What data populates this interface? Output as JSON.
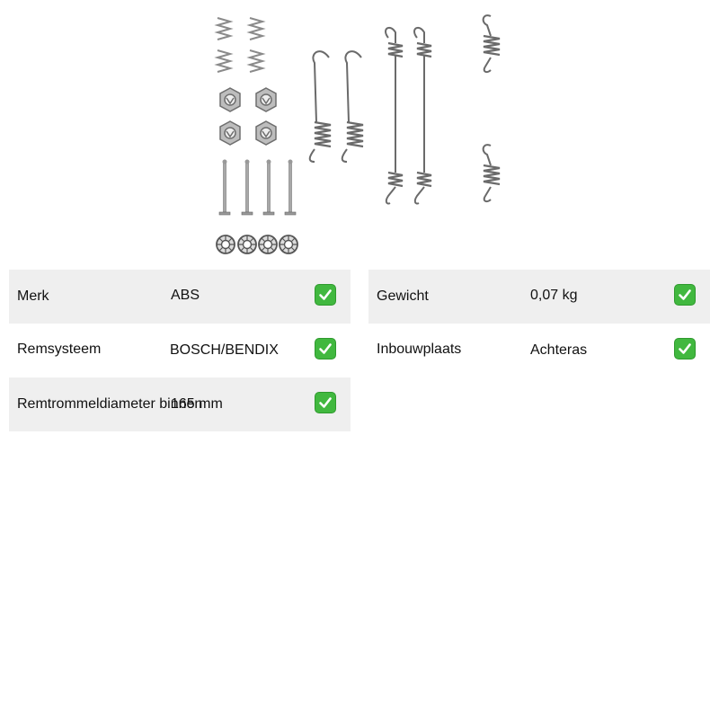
{
  "product": {
    "image_alt": "Remschoen montageset onderdelen",
    "icon": "brake-shoe-fitting-kit-image"
  },
  "specs_left": [
    {
      "label": "Merk",
      "value": "ABS"
    },
    {
      "label": "Remsysteem",
      "value": "BOSCH/BENDIX"
    },
    {
      "label": "Remtrommeldiameter binnen",
      "value": "165 mm"
    }
  ],
  "specs_right": [
    {
      "label": "Gewicht",
      "value": "0,07 kg"
    },
    {
      "label": "Inbouwplaats",
      "value": "Achteras"
    }
  ],
  "colors": {
    "row_shade": "#efefef",
    "check_green": "#41b83f",
    "text": "#111111"
  },
  "icons": {
    "check": "check-box-icon"
  }
}
